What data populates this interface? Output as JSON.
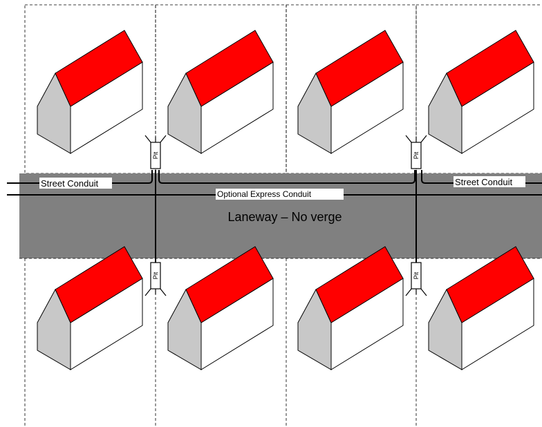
{
  "labels": {
    "street_conduit_left": "Street Conduit",
    "street_conduit_right": "Street Conduit",
    "express_conduit": "Optional Express Conduit",
    "laneway": "Laneway – No verge"
  },
  "pits": [
    {
      "id": "top-left",
      "label": "Pit"
    },
    {
      "id": "top-right",
      "label": "Pit"
    },
    {
      "id": "bottom-left",
      "label": "Pit"
    },
    {
      "id": "bottom-right",
      "label": "Pit"
    }
  ],
  "colors": {
    "roof": "#ff0000",
    "gable": "#c8c8c8",
    "wall": "#ffffff",
    "laneway": "#808080",
    "conduit": "#000000"
  }
}
